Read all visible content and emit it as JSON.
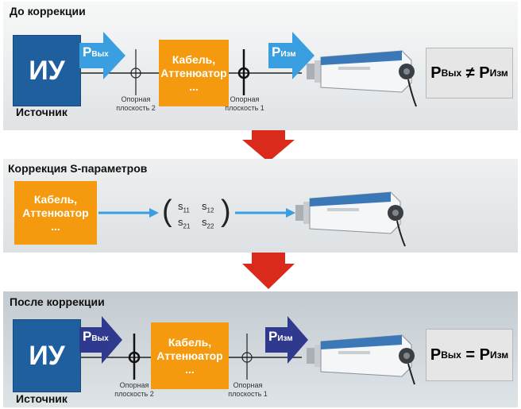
{
  "before": {
    "title": "До коррекции",
    "source_box": "ИУ",
    "source_label": "Источник",
    "p_out": {
      "main": "P",
      "sub": "Вых"
    },
    "cable": {
      "line1": "Кабель,",
      "line2": "Аттенюатор",
      "line3": "..."
    },
    "p_meas": {
      "main": "P",
      "sub": "Изм"
    },
    "plane2": {
      "line1": "Опорная",
      "line2": "плоскость 2"
    },
    "plane1": {
      "line1": "Опорная",
      "line2": "плоскость 1"
    },
    "result": {
      "a": "P",
      "a_sub": "Вых",
      "op": "≠",
      "b": "P",
      "b_sub": "Изм"
    }
  },
  "sparam": {
    "title": "Коррекция S-параметров",
    "cable": {
      "line1": "Кабель,",
      "line2": "Аттенюатор",
      "line3": "..."
    },
    "matrix": {
      "s11": "s",
      "s11_sub": "11",
      "s12": "s",
      "s12_sub": "12",
      "s21": "s",
      "s21_sub": "21",
      "s22": "s",
      "s22_sub": "22"
    }
  },
  "after": {
    "title": "После коррекции",
    "source_box": "ИУ",
    "source_label": "Источник",
    "p_out": {
      "main": "P",
      "sub": "Вых"
    },
    "cable": {
      "line1": "Кабель,",
      "line2": "Аттенюатор",
      "line3": "..."
    },
    "p_meas": {
      "main": "P",
      "sub": "Изм"
    },
    "plane2": {
      "line1": "Опорная",
      "line2": "плоскость 2"
    },
    "plane1": {
      "line1": "Опорная",
      "line2": "плоскость 1"
    },
    "result": {
      "a": "P",
      "a_sub": "Вых",
      "op": "=",
      "b": "P",
      "b_sub": "Изм"
    }
  },
  "colors": {
    "source_blue": "#1f5f9e",
    "cable_orange": "#f59a0e",
    "arrow_light_blue": "#3a9fe0",
    "arrow_navy": "#2f3a8f",
    "down_arrow_red": "#d92a1c"
  }
}
